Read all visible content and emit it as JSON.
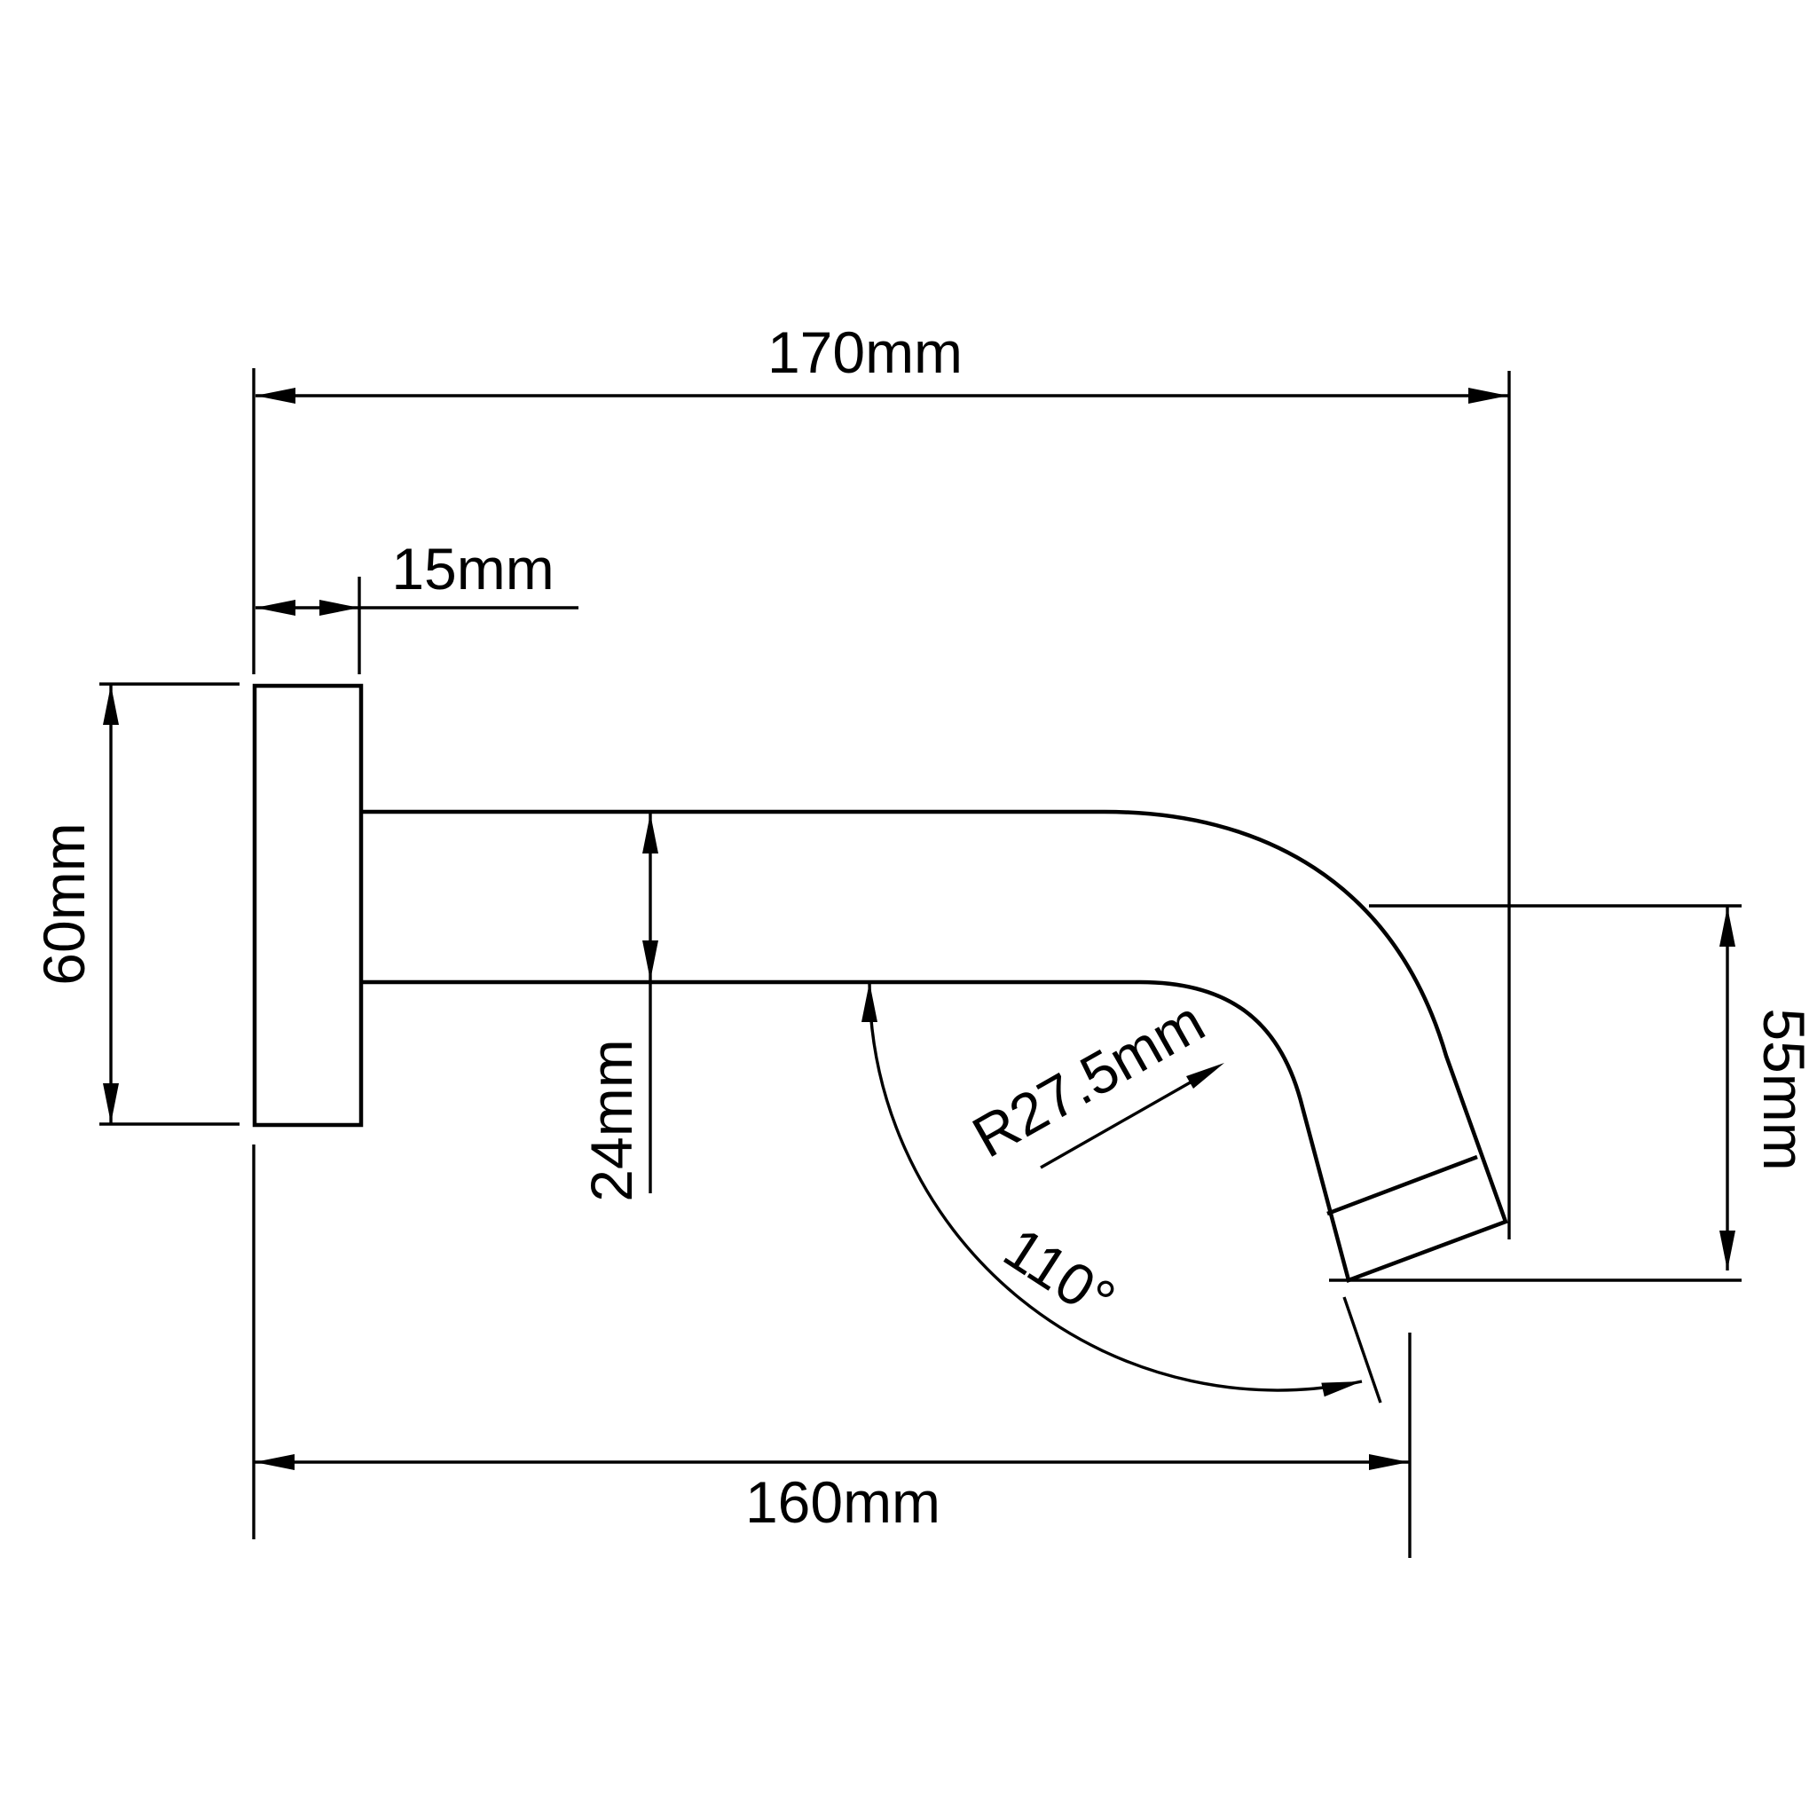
{
  "drawing": {
    "kind": "technical-dimension-drawing",
    "subject": "wall-mounted spout side profile",
    "background_color": "#ffffff",
    "line_color": "#000000",
    "labels": {
      "projection_total": "170mm",
      "flange_depth": "15mm",
      "flange_height": "60mm",
      "tube_diameter": "24mm",
      "bend_radius": "R27.5mm",
      "outlet_angle": "110°",
      "outlet_drop": "55mm",
      "reach_to_outlet": "160mm"
    }
  }
}
